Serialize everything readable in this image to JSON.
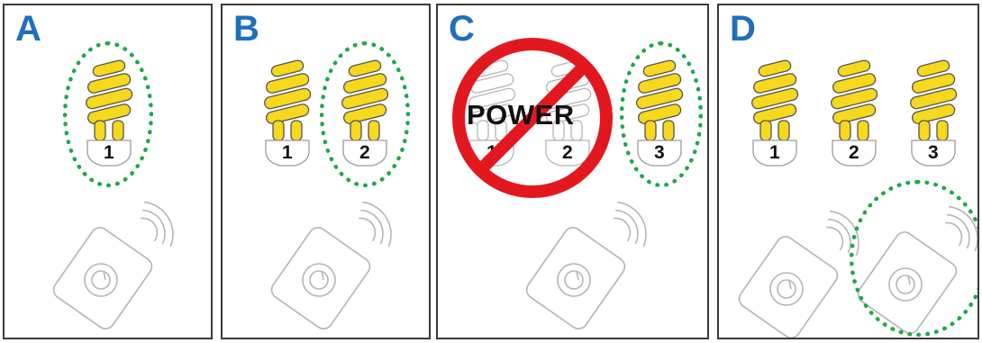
{
  "colors": {
    "letter": "#1f6fbd",
    "bulb_on": "#f6d81c",
    "bulb_outline": "#555555",
    "bulb_off_outline": "#b5b5b5",
    "remote_outline": "#b5b5b5",
    "ring": "#1fa84a",
    "no_sign": "#e3181f"
  },
  "panels": [
    {
      "letter": "A",
      "bulbs": [
        {
          "label": "1",
          "on": true
        }
      ]
    },
    {
      "letter": "B",
      "bulbs": [
        {
          "label": "1",
          "on": true
        },
        {
          "label": "2",
          "on": true
        }
      ]
    },
    {
      "letter": "C",
      "bulbs": [
        {
          "label": "1",
          "on": false
        },
        {
          "label": "2",
          "on": false
        },
        {
          "label": "3",
          "on": true
        }
      ],
      "power_label": "POWER"
    },
    {
      "letter": "D",
      "bulbs": [
        {
          "label": "1",
          "on": true
        },
        {
          "label": "2",
          "on": true
        },
        {
          "label": "3",
          "on": true
        }
      ]
    }
  ]
}
